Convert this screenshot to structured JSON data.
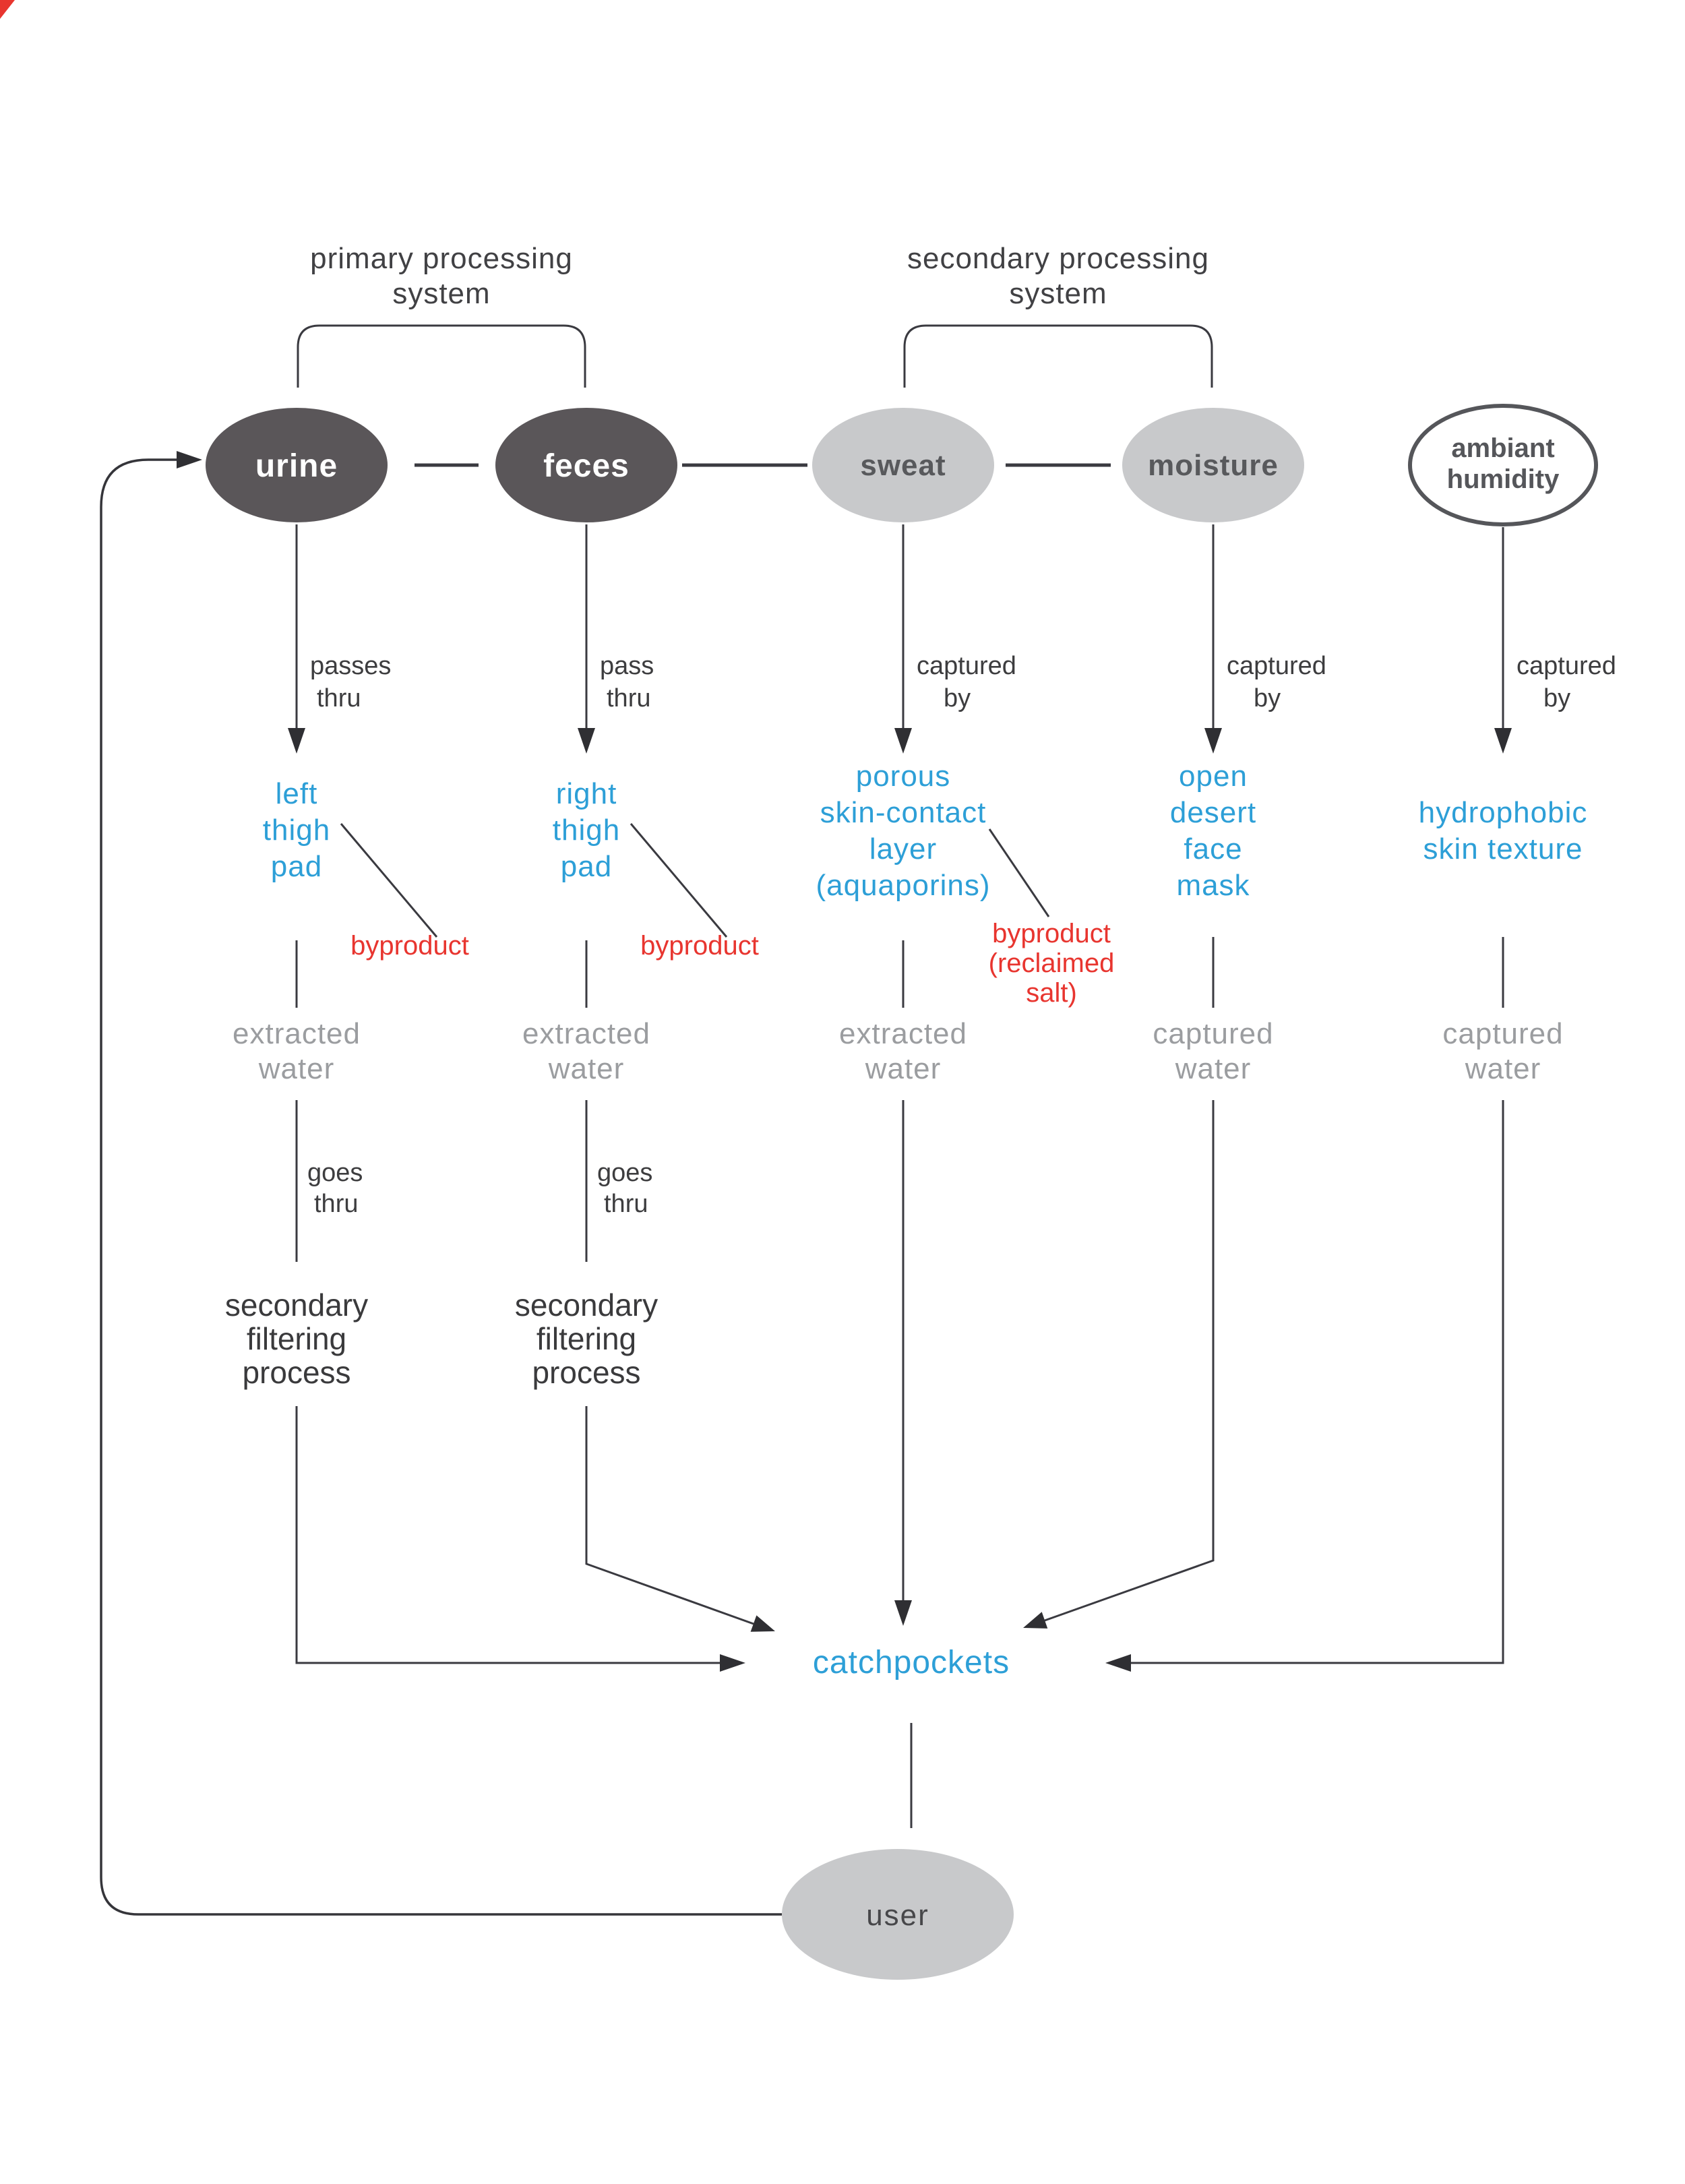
{
  "groups": [
    {
      "label_lines": [
        "primary processing",
        "system"
      ]
    },
    {
      "label_lines": [
        "secondary processing",
        "system"
      ]
    }
  ],
  "sources": [
    {
      "label": "urine",
      "style": "dark"
    },
    {
      "label": "feces",
      "style": "dark"
    },
    {
      "label": "sweat",
      "style": "light"
    },
    {
      "label": "moisture",
      "style": "light"
    },
    {
      "label_lines": [
        "ambiant",
        "humidity"
      ],
      "style": "outline"
    }
  ],
  "relations": [
    {
      "lines": [
        "passes",
        "thru"
      ]
    },
    {
      "lines": [
        "pass",
        "thru"
      ]
    },
    {
      "lines": [
        "captured",
        "by"
      ]
    },
    {
      "lines": [
        "captured",
        "by"
      ]
    },
    {
      "lines": [
        "captured",
        "by"
      ]
    }
  ],
  "components": [
    {
      "lines": [
        "left",
        "thigh",
        "pad"
      ]
    },
    {
      "lines": [
        "right",
        "thigh",
        "pad"
      ]
    },
    {
      "lines": [
        "porous",
        "skin-contact",
        "layer",
        "(aquaporins)"
      ]
    },
    {
      "lines": [
        "open",
        "desert",
        "face",
        "mask"
      ]
    },
    {
      "lines": [
        "hydrophobic",
        "skin texture"
      ]
    }
  ],
  "byproducts": [
    {
      "lines": [
        "byproduct"
      ]
    },
    {
      "lines": [
        "byproduct"
      ]
    },
    {
      "lines": [
        "byproduct",
        "(reclaimed",
        "salt)"
      ]
    }
  ],
  "water": [
    {
      "lines": [
        "extracted",
        "water"
      ]
    },
    {
      "lines": [
        "extracted",
        "water"
      ]
    },
    {
      "lines": [
        "extracted",
        "water"
      ]
    },
    {
      "lines": [
        "captured",
        "water"
      ]
    },
    {
      "lines": [
        "captured",
        "water"
      ]
    }
  ],
  "filter_relations": [
    {
      "lines": [
        "goes",
        "thru"
      ]
    },
    {
      "lines": [
        "goes",
        "thru"
      ]
    }
  ],
  "filters": [
    {
      "lines": [
        "secondary",
        "filtering",
        "process"
      ]
    },
    {
      "lines": [
        "secondary",
        "filtering",
        "process"
      ]
    }
  ],
  "sink": {
    "label": "catchpockets"
  },
  "user": {
    "label": "user"
  },
  "colors": {
    "accent_blue": "#2d9fd7",
    "accent_red": "#e8352f",
    "muted_gray": "#9b9da0",
    "dark_node": "#5a5659",
    "light_node": "#c8c9cb",
    "line": "#3a3a40",
    "corner_mark": "#e8352f"
  }
}
